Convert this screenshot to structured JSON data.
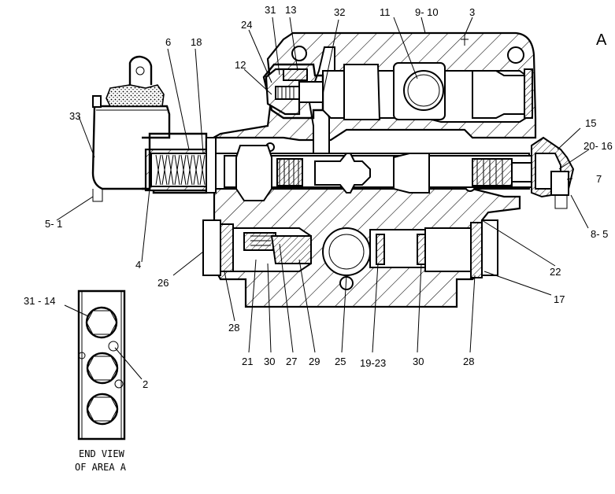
{
  "view_label": "A",
  "caption": {
    "line1": "END VIEW",
    "line2": "OF AREA A"
  },
  "labels": {
    "l31": "31",
    "l13": "13",
    "l32": "32",
    "l11": "11",
    "l9_10": "9- 10",
    "l3": "3",
    "l24": "24",
    "l12": "12",
    "l6": "6",
    "l18": "18",
    "l33": "33",
    "l15": "15",
    "l20_16": "20- 16",
    "l7": "7",
    "l5_1": "5- 1",
    "l4": "4",
    "l26": "26",
    "l8_5": "8- 5",
    "l22": "22",
    "l17": "17",
    "l28a": "28",
    "l21": "21",
    "l30a": "30",
    "l27": "27",
    "l29": "29",
    "l25": "25",
    "l19_23": "19-23",
    "l30b": "30",
    "l28b": "28",
    "l31_14": "31 - 14",
    "l2": "2"
  }
}
